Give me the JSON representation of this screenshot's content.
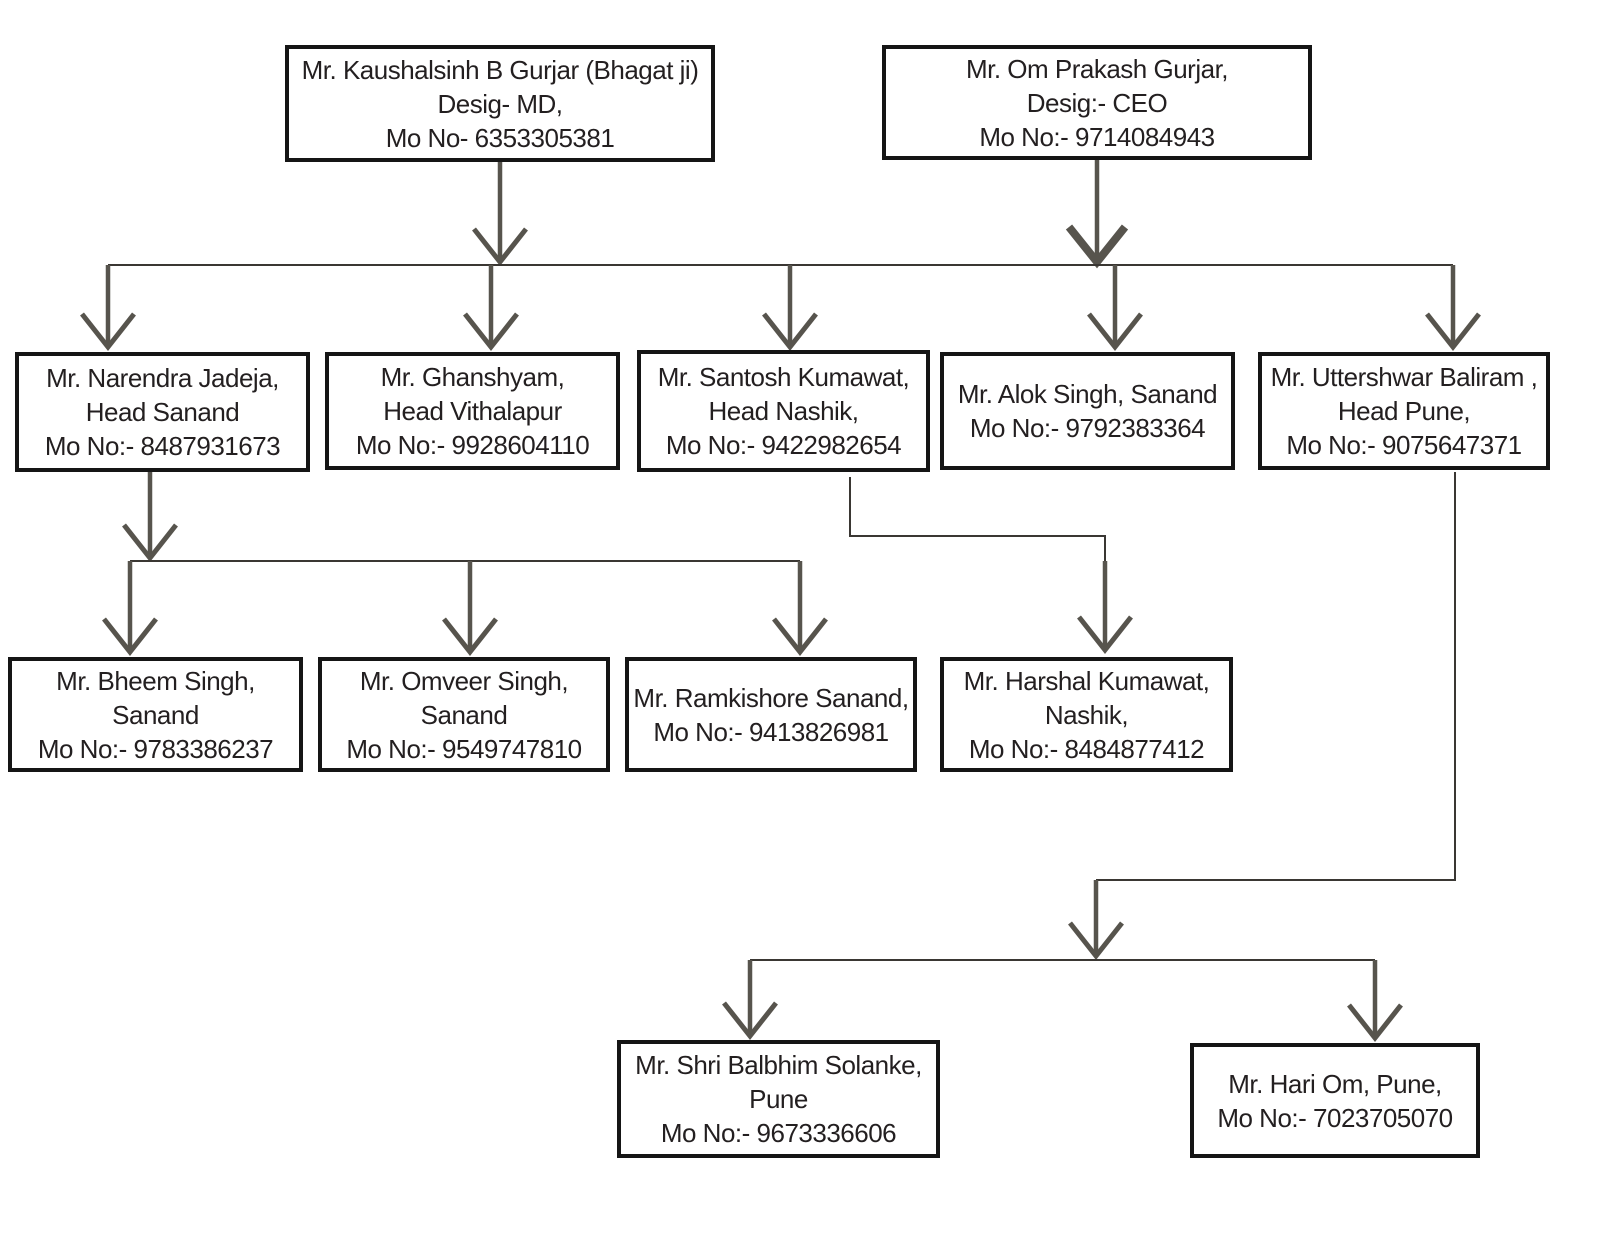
{
  "diagram": {
    "type": "org-chart",
    "colors": {
      "box_border": "#151515",
      "box_fill": "#ffffff",
      "connector_line": "#3a3733",
      "arrow": "#57544d",
      "text": "#231f20"
    },
    "nodes": [
      {
        "id": "md",
        "lines": [
          "Mr. Kaushalsinh B Gurjar (Bhagat ji)",
          "Desig- MD,",
          "Mo No- 6353305381"
        ]
      },
      {
        "id": "ceo",
        "lines": [
          "Mr. Om Prakash Gurjar,",
          "Desig:- CEO",
          "Mo No:- 9714084943"
        ]
      },
      {
        "id": "narendra",
        "lines": [
          "Mr. Narendra Jadeja,",
          "Head Sanand",
          "Mo No:- 8487931673"
        ]
      },
      {
        "id": "ghanshyam",
        "lines": [
          "Mr. Ghanshyam,",
          "Head Vithalapur",
          "Mo No:- 9928604110"
        ]
      },
      {
        "id": "santosh",
        "lines": [
          "Mr. Santosh Kumawat,",
          "Head Nashik,",
          "Mo No:- 9422982654"
        ]
      },
      {
        "id": "alok",
        "lines": [
          "Mr. Alok Singh, Sanand",
          "Mo No:- 9792383364"
        ]
      },
      {
        "id": "uttershwar",
        "lines": [
          "Mr. Uttershwar Baliram ,",
          "Head Pune,",
          "Mo No:- 9075647371"
        ]
      },
      {
        "id": "bheem",
        "lines": [
          "Mr. Bheem Singh,",
          "Sanand",
          "Mo No:- 9783386237"
        ]
      },
      {
        "id": "omveer",
        "lines": [
          "Mr. Omveer Singh,",
          "Sanand",
          "Mo No:- 9549747810"
        ]
      },
      {
        "id": "ramkishore",
        "lines": [
          "Mr. Ramkishore Sanand,",
          "Mo No:- 9413826981"
        ]
      },
      {
        "id": "harshal",
        "lines": [
          "Mr. Harshal Kumawat,",
          "Nashik,",
          "Mo No:- 8484877412"
        ]
      },
      {
        "id": "balbhim",
        "lines": [
          "Mr. Shri Balbhim Solanke,",
          "Pune",
          "Mo No:- 9673336606"
        ]
      },
      {
        "id": "hariom",
        "lines": [
          "Mr. Hari Om, Pune,",
          "Mo No:- 7023705070"
        ]
      }
    ],
    "edges": [
      {
        "from": "md",
        "to": [
          "narendra",
          "ghanshyam",
          "santosh",
          "alok",
          "uttershwar"
        ]
      },
      {
        "from": "ceo",
        "to": [
          "narendra",
          "ghanshyam",
          "santosh",
          "alok",
          "uttershwar"
        ]
      },
      {
        "from": "narendra",
        "to": [
          "bheem",
          "omveer",
          "ramkishore"
        ]
      },
      {
        "from": "santosh",
        "to": [
          "harshal"
        ]
      },
      {
        "from": "uttershwar",
        "to": [
          "balbhim",
          "hariom"
        ]
      }
    ]
  }
}
